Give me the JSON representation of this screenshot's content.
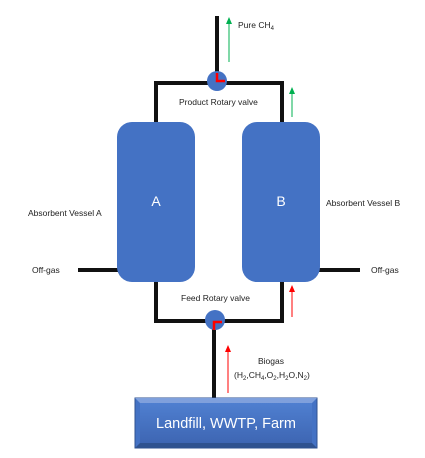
{
  "colors": {
    "vessel_fill": "#4472C4",
    "pipe": "#111111",
    "arrow_up_product": "#00B050",
    "arrow_up_feed": "#FF0000",
    "valve_marker": "#FF0000",
    "source_fill": "#4472C4",
    "source_border": "#2F528F"
  },
  "labels": {
    "product": {
      "main": "Pure CH",
      "sub": "4"
    },
    "product_valve": "Product Rotary valve",
    "feed_valve": "Feed Rotary valve",
    "vessel_a_caption": "Absorbent Vessel A",
    "vessel_b_caption": "Absorbent Vessel B",
    "vessel_a_letter": "A",
    "vessel_b_letter": "B",
    "offgas_left": "Off-gas",
    "offgas_right": "Off-gas",
    "biogas": "Biogas",
    "biogas_formula": [
      {
        "t": "(H",
        "s": false
      },
      {
        "t": "2",
        "s": true
      },
      {
        "t": ",CH",
        "s": false
      },
      {
        "t": "4",
        "s": true
      },
      {
        "t": ",O",
        "s": false
      },
      {
        "t": "2",
        "s": true
      },
      {
        "t": ",H",
        "s": false
      },
      {
        "t": "2",
        "s": true
      },
      {
        "t": "O,N",
        "s": false
      },
      {
        "t": "2",
        "s": true
      },
      {
        "t": ")",
        "s": false
      }
    ],
    "source": "Landfill, WWTP, Farm"
  }
}
